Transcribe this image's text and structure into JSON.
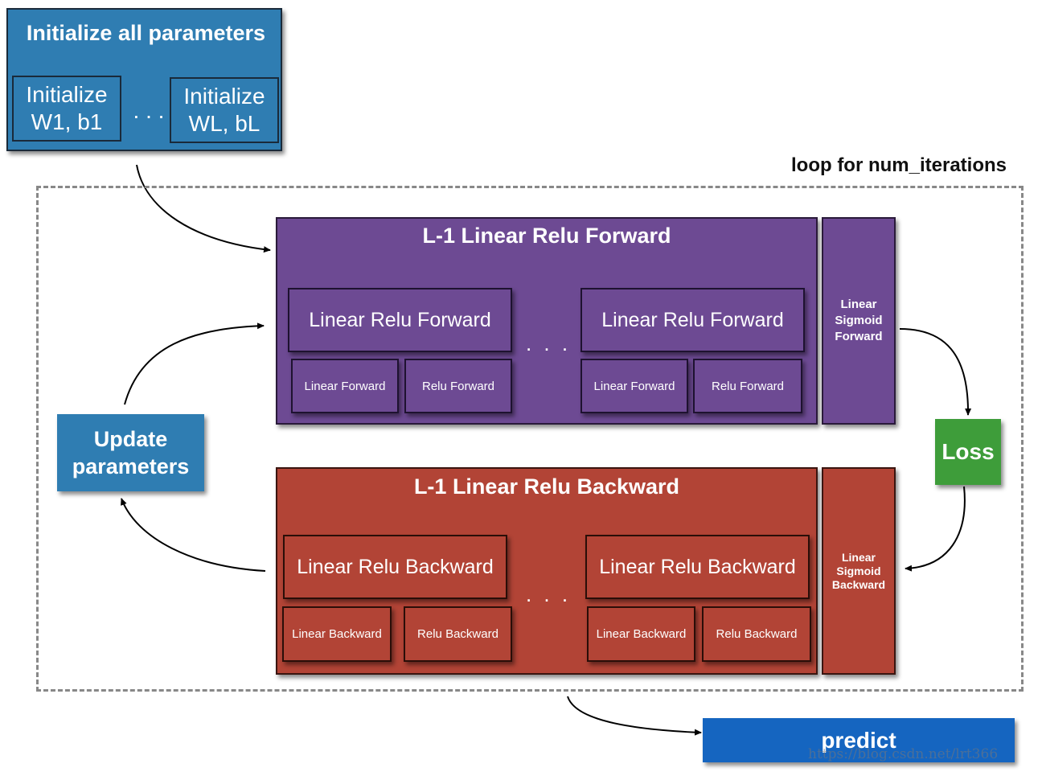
{
  "init": {
    "title": "Initialize all parameters",
    "first_line1": "Initialize",
    "first_line2": "W1, b1",
    "last_line1": "Initialize",
    "last_line2": "WL, bL",
    "ellipsis": ". . ."
  },
  "loop_label": "loop for num_iterations",
  "forward": {
    "title": "L-1 Linear Relu Forward",
    "block_label": "Linear Relu Forward",
    "linear_label": "Linear Forward",
    "relu_label": "Relu Forward",
    "ellipsis": ". . .",
    "sigmoid_line1": "Linear",
    "sigmoid_line2": "Sigmoid",
    "sigmoid_line3": "Forward"
  },
  "backward": {
    "title": "L-1 Linear Relu Backward",
    "block_label": "Linear Relu Backward",
    "linear_label": "Linear Backward",
    "relu_label": "Relu Backward",
    "ellipsis": ". . .",
    "sigmoid_line1": "Linear",
    "sigmoid_line2": "Sigmoid",
    "sigmoid_line3": "Backward"
  },
  "loss_label": "Loss",
  "update_line1": "Update",
  "update_line2": "parameters",
  "predict_label": "predict",
  "watermark": "https://blog.csdn.net/lrt366",
  "colors": {
    "init_blue": "#2f7db2",
    "forward_purple": "#6d4a93",
    "backward_red": "#b24436",
    "loss_green": "#3e9d3a",
    "predict_blue": "#1565c0"
  }
}
